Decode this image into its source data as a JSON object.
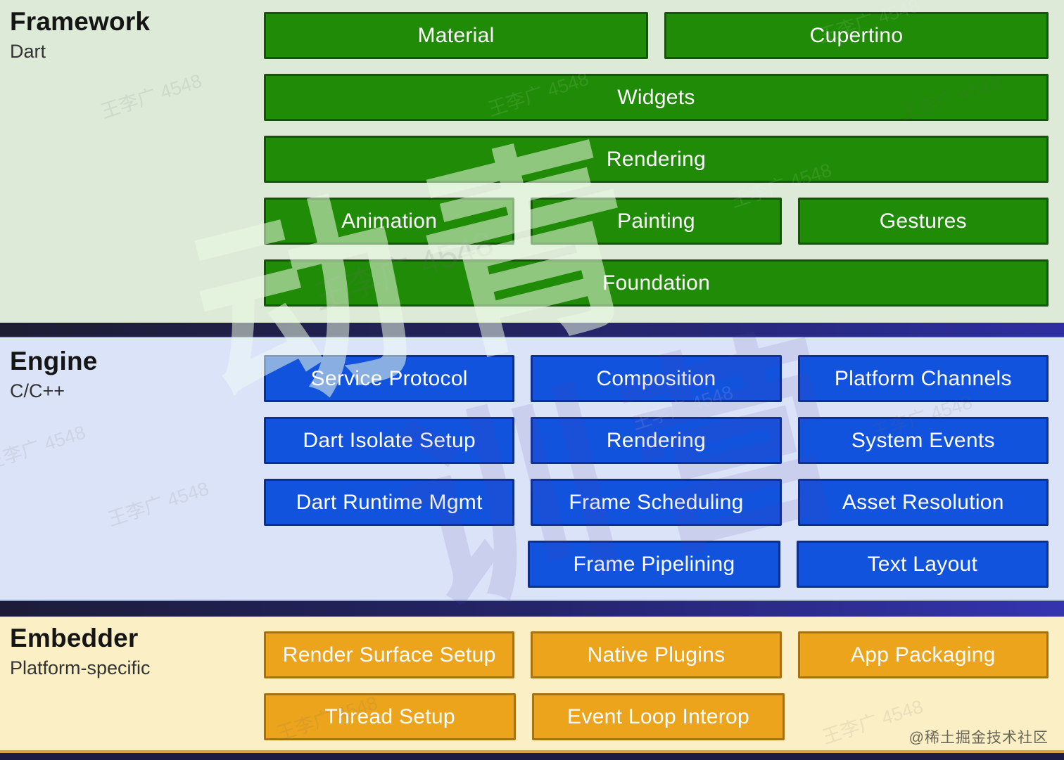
{
  "framework": {
    "title": "Framework",
    "subtitle": "Dart",
    "blocks": {
      "material": "Material",
      "cupertino": "Cupertino",
      "widgets": "Widgets",
      "rendering": "Rendering",
      "animation": "Animation",
      "painting": "Painting",
      "gestures": "Gestures",
      "foundation": "Foundation"
    }
  },
  "engine": {
    "title": "Engine",
    "subtitle": "C/C++",
    "blocks": {
      "service_protocol": "Service Protocol",
      "composition": "Composition",
      "platform_channels": "Platform Channels",
      "dart_isolate_setup": "Dart Isolate Setup",
      "rendering": "Rendering",
      "system_events": "System Events",
      "dart_runtime_mgmt": "Dart Runtime Mgmt",
      "frame_scheduling": "Frame Scheduling",
      "asset_resolution": "Asset Resolution",
      "frame_pipelining": "Frame Pipelining",
      "text_layout": "Text Layout"
    }
  },
  "embedder": {
    "title": "Embedder",
    "subtitle": "Platform-specific",
    "blocks": {
      "render_surface_setup": "Render Surface Setup",
      "native_plugins": "Native Plugins",
      "app_packaging": "App Packaging",
      "thread_setup": "Thread Setup",
      "event_loop_interop": "Event Loop Interop"
    }
  },
  "watermarks": {
    "tile": "王李广 4548",
    "big_left": "动青",
    "big_right": "训营",
    "credit": "@稀土掘金技术社区"
  },
  "colors": {
    "framework_bg": "#dcead7",
    "engine_bg": "#dbe3f8",
    "embedder_bg": "#fbf0c5",
    "framework_block": "#1f8b06",
    "engine_block": "#1253dd",
    "embedder_block": "#eca41c",
    "separator": "#23235c",
    "bottom_bar": "#1c1c45"
  }
}
